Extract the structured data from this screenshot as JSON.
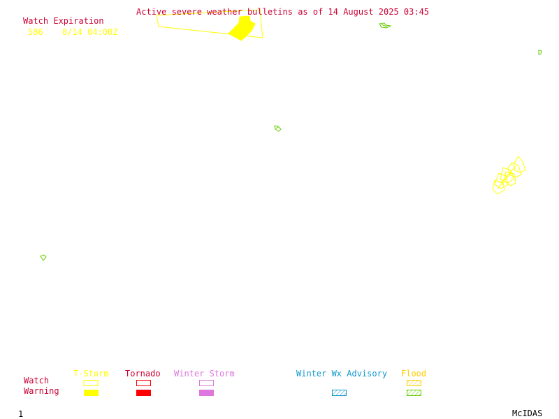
{
  "header": {
    "title": "Active severe weather bulletins as of 14 August 2025 03:45",
    "title_color": "#cc0033"
  },
  "watch_expiration": {
    "label": "Watch Expiration",
    "label_color": "#cc0033",
    "entries": [
      {
        "number": "586",
        "time": "8/14 04:00Z",
        "color": "#ffff00"
      }
    ]
  },
  "legend": {
    "row_labels": {
      "watch": "Watch",
      "warning": "Warning"
    },
    "row_label_color": "#cc0033",
    "categories": [
      {
        "label": "T-Storm",
        "color": "#ffff00",
        "watch": "outline",
        "warning": "filled"
      },
      {
        "label": "Tornado",
        "color": "#ff0000",
        "watch": "outline",
        "warning": "filled"
      },
      {
        "label": "Winter Storm",
        "color": "#dd77dd",
        "watch": "outline",
        "warning": "filled"
      },
      {
        "label": "Winter Wx Advisory",
        "color": "#1199cc",
        "watch": "none",
        "warning": "hatched"
      },
      {
        "label": "Flood",
        "color_watch": "#ffcc00",
        "color": "#66cc00",
        "watch": "hatched",
        "warning": "hatched"
      }
    ]
  },
  "footer": {
    "frame_number": "1",
    "brand": "McIDAS"
  },
  "colors": {
    "thunderstorm": "#ffff00",
    "flood": "#66cc00"
  }
}
